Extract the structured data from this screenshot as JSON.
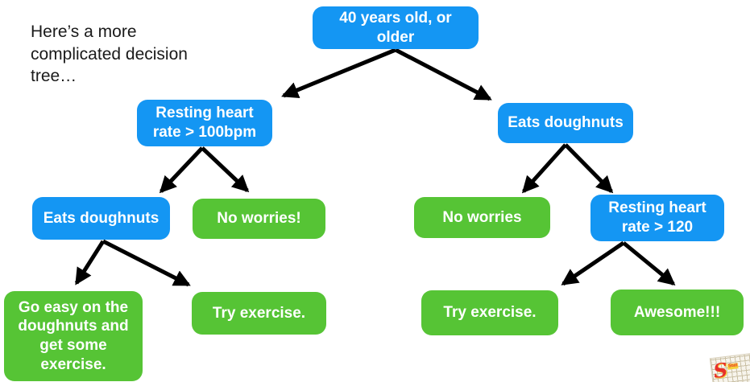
{
  "slide": {
    "caption_lines": [
      "Here’s a more",
      "complicated decision",
      "tree…"
    ]
  },
  "colors": {
    "decision_box_blue": "#1496f3",
    "outcome_box_green": "#56c435",
    "arrow_black": "#000000",
    "box_text_white": "#ffffff",
    "caption_text_black": "#1a1a1a",
    "background": "#ffffff"
  },
  "tree": {
    "root": {
      "label": "40 years old, or older",
      "type": "decision"
    },
    "resting_hr_100": {
      "label": "Resting heart rate > 100bpm",
      "type": "decision"
    },
    "eats_doughnuts_right": {
      "label": "Eats doughnuts",
      "type": "decision"
    },
    "eats_doughnuts_left": {
      "label": "Eats doughnuts",
      "type": "decision"
    },
    "no_worries_left": {
      "label": "No worries!",
      "type": "outcome"
    },
    "no_worries_right": {
      "label": "No worries",
      "type": "outcome"
    },
    "resting_hr_120": {
      "label": "Resting heart rate > 120",
      "type": "decision"
    },
    "go_easy": {
      "label": "Go easy on the doughnuts and get some exercise.",
      "type": "outcome"
    },
    "try_exercise_left": {
      "label": "Try exercise.",
      "type": "outcome"
    },
    "try_exercise_right": {
      "label": "Try exercise.",
      "type": "outcome"
    },
    "awesome": {
      "label": "Awesome!!!",
      "type": "outcome"
    }
  },
  "logo": {
    "letter": "S",
    "word": "Stat"
  }
}
